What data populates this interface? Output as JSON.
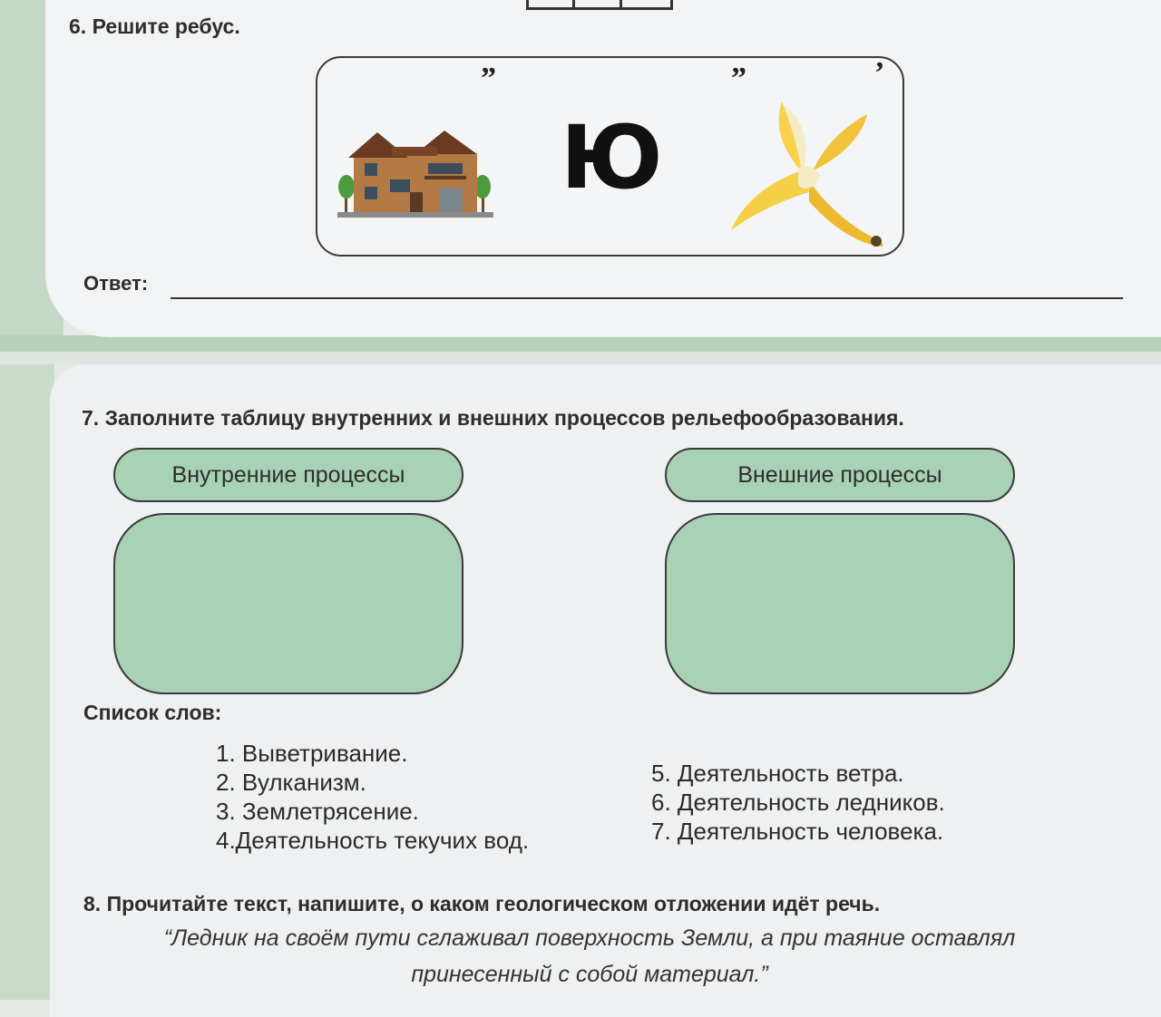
{
  "task6": {
    "title": "6. Решите ребус.",
    "rebus": {
      "mark_left": "”",
      "letter": "Ю",
      "mark_right": "”",
      "mark_far_right": "’"
    },
    "answer_label": "Ответ:"
  },
  "task7": {
    "title": "7. Заполните таблицу внутренних и внешних процессов рельефообразования.",
    "col_internal": "Внутренние процессы",
    "col_external": "Внешние процессы",
    "list_title": "Список слов:",
    "list_left": [
      "1. Выветривание.",
      "2. Вулканизм.",
      "3. Землетрясение.",
      "4.Деятельность текучих вод."
    ],
    "list_right": [
      "5. Деятельность ветра.",
      "6. Деятельность ледников.",
      "7. Деятельность человека."
    ]
  },
  "task8": {
    "title": "8. Прочитайте текст, напишите, о каком геологическом отложении идёт речь.",
    "quote_line1": "“Ледник на своём пути сглаживал поверхность Земли, а при таяние оставлял",
    "quote_line2": "принесенный с собой материал.”"
  },
  "colors": {
    "box_green": "#a8d1b5",
    "frame_green": "#b6d1ba",
    "paper": "#f2f3f4"
  }
}
